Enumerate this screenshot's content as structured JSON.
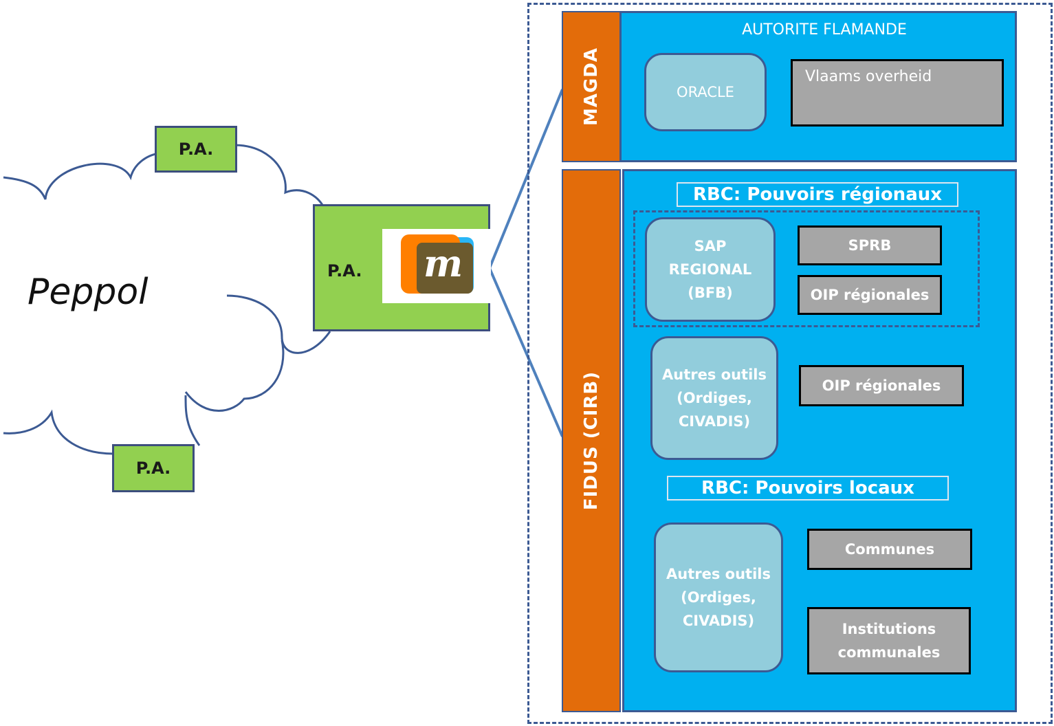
{
  "cloud": {
    "label": "Peppol",
    "access_points": [
      "P.A.",
      "P.A."
    ]
  },
  "gateway": {
    "label": "P.A.",
    "logo_letter": "m",
    "logo_colors": {
      "orange": "#ff7f00",
      "blue": "#29b6f6",
      "olive": "#6b5a2e"
    }
  },
  "magda": {
    "bar_label": "MAGDA",
    "panel_title": "AUTORITE FLAMANDE",
    "oracle_label": "ORACLE",
    "vlaams_label": "Vlaams overheid"
  },
  "fidus": {
    "bar_label": "FIDUS (CIRB)",
    "regional_title": "RBC: Pouvoirs régionaux",
    "sap_label": "SAP REGIONAL (BFB)",
    "sprb_label": "SPRB",
    "oip_label_1": "OIP régionales",
    "autres_label_1": "Autres outils (Ordiges, CIVADIS)",
    "oip_label_2": "OIP régionales",
    "local_title": "RBC: Pouvoirs locaux",
    "autres_label_2": "Autres outils (Ordiges, CIVADIS)",
    "communes_label": "Communes",
    "institutions_label": "Institutions communales"
  },
  "colors": {
    "pa_green": "#92d050",
    "orange": "#e36c0a",
    "panel_blue": "#00b0f0",
    "light_blue": "#92cddc",
    "grey": "#a6a6a6",
    "line_blue": "#4f81bd"
  }
}
